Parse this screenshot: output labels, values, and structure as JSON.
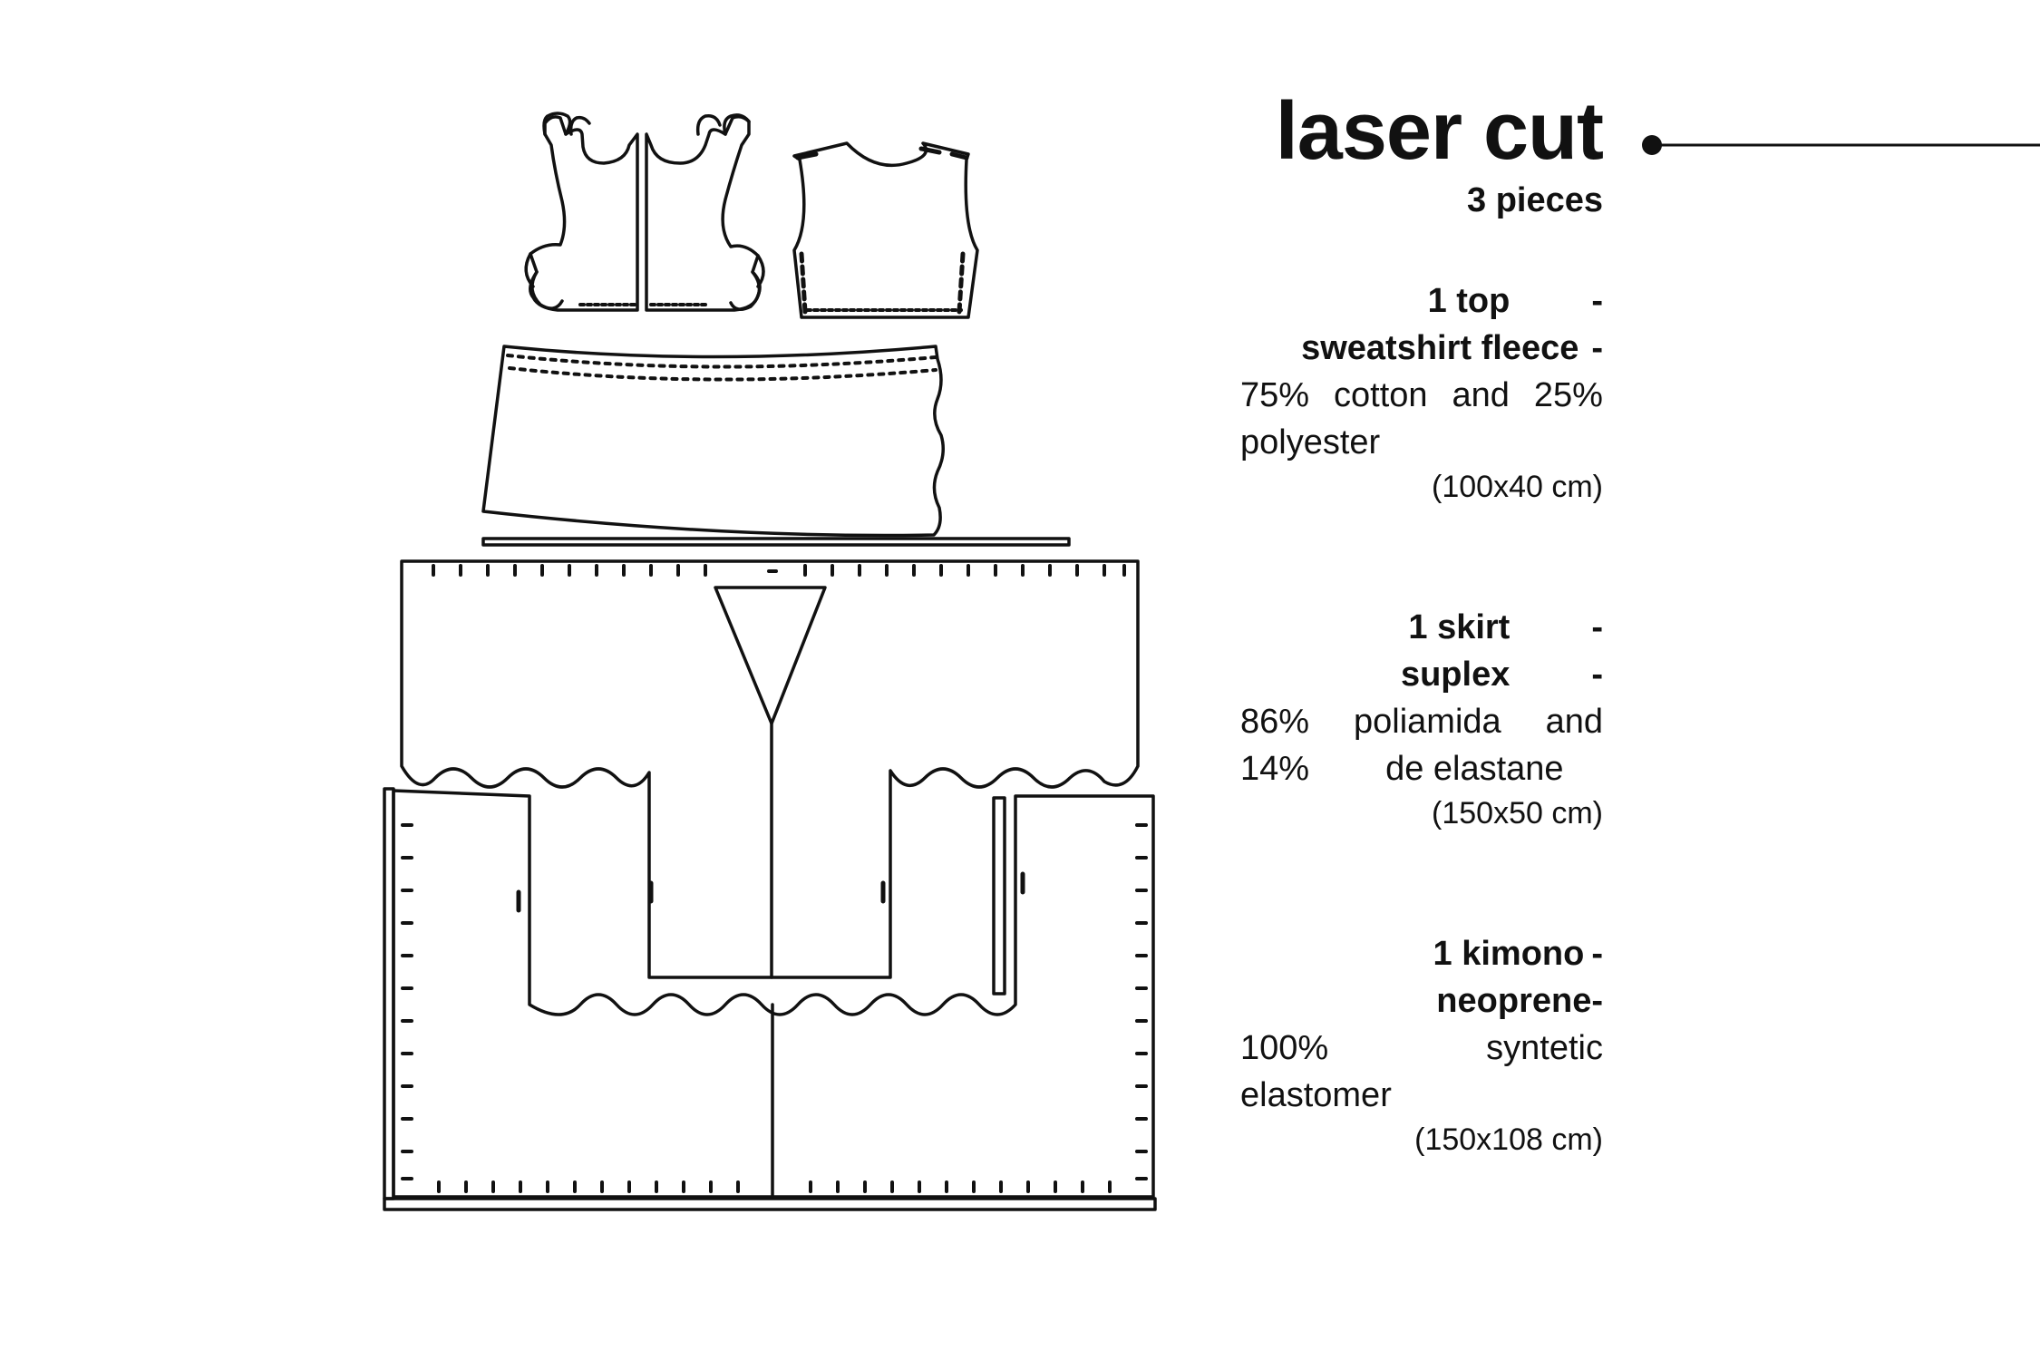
{
  "header": {
    "title": "laser cut",
    "subtitle": "3 pieces"
  },
  "pieces": [
    {
      "name": "1 top",
      "material": "sweatshirt fleece",
      "composition_line1": [
        "75%",
        "cotton",
        "and",
        "25%"
      ],
      "composition_line2": "polyester",
      "size": "(100x40 cm)"
    },
    {
      "name": "1 skirt",
      "material": "suplex",
      "composition_line1": [
        "86%",
        "poliamida",
        "and"
      ],
      "composition_line2": [
        "14%",
        "de elastane"
      ],
      "size": "(150x50 cm)"
    },
    {
      "name": "1 kimono",
      "material": "neoprene",
      "composition_line1": [
        "100%",
        "syntetic"
      ],
      "composition_line2": "elastomer",
      "size": "(150x108 cm)"
    }
  ],
  "colors": {
    "ink": "#111111",
    "background": "#ffffff"
  }
}
